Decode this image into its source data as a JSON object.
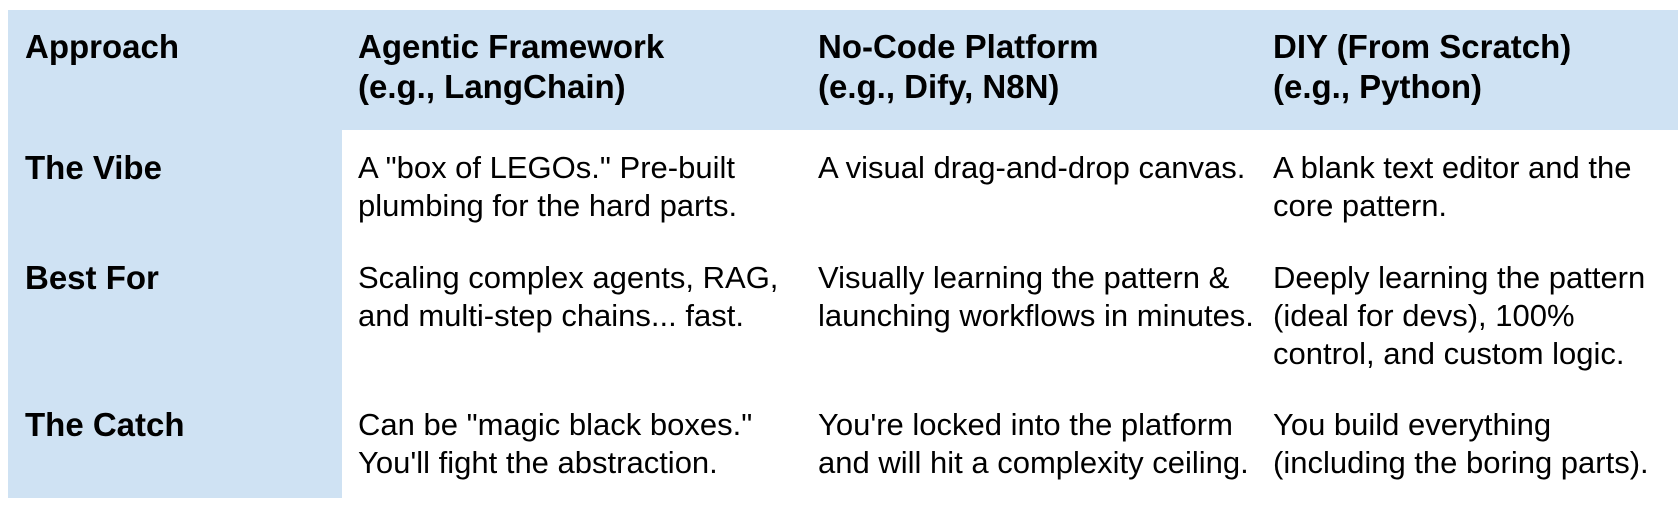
{
  "page": {
    "background": "#ffffff"
  },
  "table": {
    "colors": {
      "header_bg": "#cfe2f3",
      "row_label_bg": "#cfe2f3",
      "body_bg": "#ffffff",
      "text": "#000000"
    },
    "columns": [
      {
        "label": "Approach",
        "sublabel": ""
      },
      {
        "label": "Agentic Framework",
        "sublabel": "(e.g., LangChain)"
      },
      {
        "label": "No-Code Platform",
        "sublabel": "(e.g., Dify, N8N)"
      },
      {
        "label": "DIY (From Scratch)",
        "sublabel": "(e.g., Python)"
      }
    ],
    "rows": [
      {
        "label": "The Vibe",
        "cells": [
          "A \"box of LEGOs.\" Pre-built plumbing for the hard parts.",
          "A visual drag-and-drop canvas.",
          "A blank text editor and the core pattern."
        ]
      },
      {
        "label": "Best For",
        "cells": [
          "Scaling complex agents, RAG, and multi-step chains... fast.",
          "Visually learning the pattern & launching workflows in minutes.",
          "Deeply learning the pattern (ideal for devs), 100% control, and custom logic."
        ]
      },
      {
        "label": "The Catch",
        "cells": [
          "Can be \"magic black boxes.\" You'll fight the abstraction.",
          "You're locked into the platform and will hit a complexity ceiling.",
          "You build everything (including the boring parts)."
        ]
      }
    ]
  }
}
